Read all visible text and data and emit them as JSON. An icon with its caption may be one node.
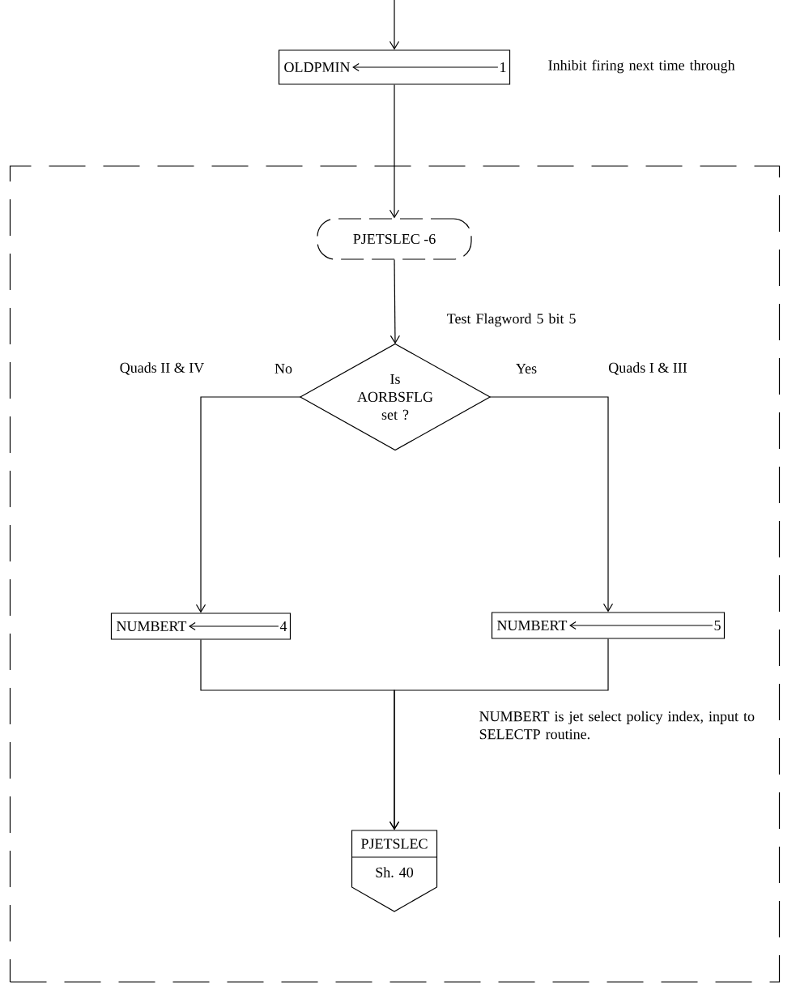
{
  "diagram": {
    "nodes": [
      {
        "text": [],
        "shape": "box"
      },
      {
        "text": [
          "OLDPMIN",
          "1"
        ],
        "beside": [
          "Inhibit firing next time through"
        ]
      },
      {
        "text": [
          "PJETSLEC -6"
        ],
        "in": 0
      },
      {
        "text": [
          "Is AORBSFLG set ?"
        ],
        "in": 0
      },
      {
        "text": [
          "NUMBERT",
          "4"
        ],
        "in": 0
      },
      {
        "text": [
          "NUMBERT",
          "5"
        ],
        "in": 0
      },
      {
        "text": [
          "PJETSLEC",
          "Sh. 40"
        ],
        "in": 0
      }
    ],
    "edges": [
      {
        "from": null,
        "to": 1,
        "arrow": "to"
      },
      {
        "from": 1,
        "to": 2,
        "arrow": "to"
      },
      {
        "from": 2,
        "to": 3,
        "arrow": "to",
        "label": "Test Flagword 5 bit 5"
      },
      {
        "from": 3,
        "to": 4,
        "arrow": "to",
        "label": "No"
      },
      {
        "from": 3,
        "to": 5,
        "arrow": "to",
        "label": "Yes"
      },
      {
        "from": 4,
        "to": 6,
        "arrow": "to"
      },
      {
        "from": 5,
        "to": 6,
        "arrow": "to"
      }
    ],
    "labels": [
      "Quads II & IV",
      "Quads I & III",
      "NUMBERT is jet select policy index, input to SELECTP routine."
    ]
  }
}
